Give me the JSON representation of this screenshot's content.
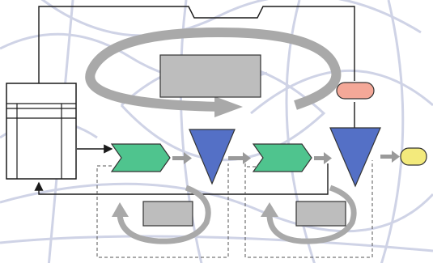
{
  "diagram": {
    "colors": {
      "background": "#ffffff",
      "background_lines": "#cfd3e6",
      "connector": "#1a1a1a",
      "dashed_connector": "#555555",
      "cycle_arrow": "#a9a9a9",
      "panel_fill": "#bdbdbd",
      "process_chevron": "#4fc48e",
      "inventory_triangle": "#5470c6",
      "transfer_arrow": "#9a9a9a",
      "pill_top": "#f4a898",
      "pill_end": "#f3ea7c",
      "table_fill": "#ffffff"
    },
    "elements": [
      {
        "id": "supplier-table",
        "kind": "table",
        "rows": 3,
        "cols": 3
      },
      {
        "id": "process-1",
        "kind": "chevron"
      },
      {
        "id": "inventory-1",
        "kind": "triangle"
      },
      {
        "id": "process-2",
        "kind": "chevron"
      },
      {
        "id": "inventory-2",
        "kind": "triangle"
      },
      {
        "id": "top-pill",
        "kind": "pill"
      },
      {
        "id": "end-pill",
        "kind": "pill"
      },
      {
        "id": "central-panel",
        "kind": "rectangle"
      },
      {
        "id": "kaizen-panel-1",
        "kind": "rectangle"
      },
      {
        "id": "kaizen-panel-2",
        "kind": "rectangle"
      }
    ]
  }
}
